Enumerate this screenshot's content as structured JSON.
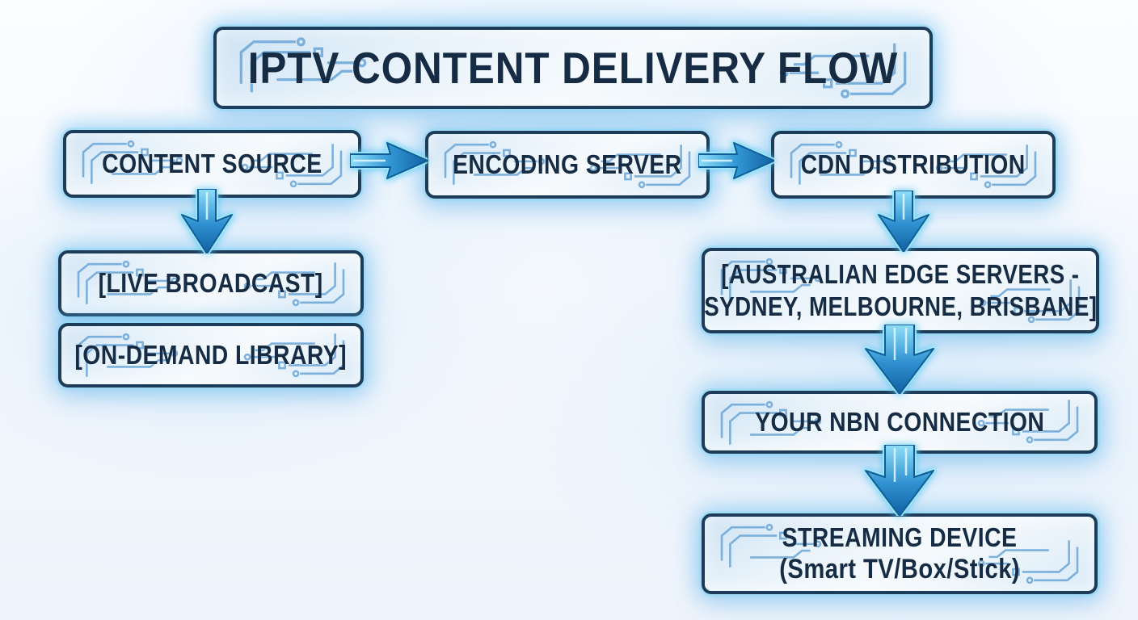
{
  "title": "IPTV CONTENT DELIVERY FLOW",
  "nodes": {
    "content_source": {
      "label": "CONTENT SOURCE"
    },
    "encoding_server": {
      "label": "ENCODING SERVER"
    },
    "cdn_distribution": {
      "label": "CDN DISTRIBUTION"
    },
    "live_broadcast": {
      "label": "[LIVE BROADCAST]"
    },
    "on_demand_library": {
      "label": "[ON-DEMAND LIBRARY]"
    },
    "edge_servers": {
      "line1": "[AUSTRALIAN EDGE SERVERS -",
      "line2": "SYDNEY, MELBOURNE, BRISBANE]"
    },
    "nbn_connection": {
      "label": "YOUR NBN CONNECTION"
    },
    "streaming_device": {
      "line1": "STREAMING DEVICE",
      "line2": "(Smart TV/Box/Stick)"
    }
  },
  "edges": [
    {
      "from": "CONTENT SOURCE",
      "to": "ENCODING SERVER",
      "direction": "right"
    },
    {
      "from": "ENCODING SERVER",
      "to": "CDN DISTRIBUTION",
      "direction": "right"
    },
    {
      "from": "CONTENT SOURCE",
      "to": "[LIVE BROADCAST]",
      "direction": "down"
    },
    {
      "from": "CDN DISTRIBUTION",
      "to": "[AUSTRALIAN EDGE SERVERS - SYDNEY, MELBOURNE, BRISBANE]",
      "direction": "down"
    },
    {
      "from": "[AUSTRALIAN EDGE SERVERS - SYDNEY, MELBOURNE, BRISBANE]",
      "to": "YOUR NBN CONNECTION",
      "direction": "down"
    },
    {
      "from": "YOUR NBN CONNECTION",
      "to": "STREAMING DEVICE (Smart TV/Box/Stick)",
      "direction": "down"
    }
  ],
  "colors": {
    "box_border": "#1c3c5a",
    "box_fill_light": "#f6fafd",
    "box_fill_dark": "#cde2f3",
    "text": "#152c44",
    "accent_cyan": "#3fc1ee",
    "arrow_deep_blue": "#1160a2",
    "circuit_trace": "#6aa6d8",
    "background": "#f4f8fd"
  }
}
